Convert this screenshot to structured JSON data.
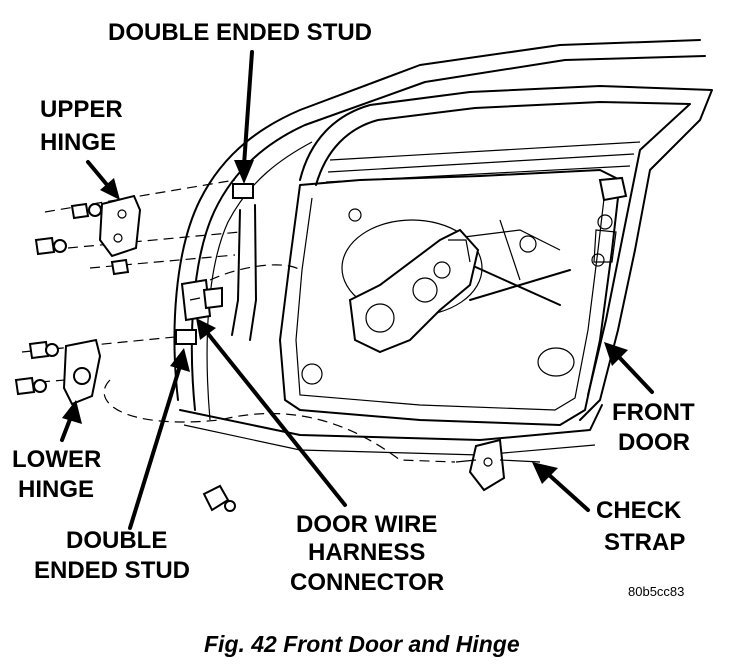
{
  "figure": {
    "caption": "Fig. 42 Front Door and Hinge",
    "code": "80b5cc83"
  },
  "labels": {
    "double_ended_stud_top": "DOUBLE ENDED STUD",
    "upper_hinge_1": "UPPER",
    "upper_hinge_2": "HINGE",
    "lower_hinge_1": "LOWER",
    "lower_hinge_2": "HINGE",
    "double_ended_stud_bottom_1": "DOUBLE",
    "double_ended_stud_bottom_2": "ENDED STUD",
    "door_wire_1": "DOOR WIRE",
    "door_wire_2": "HARNESS",
    "door_wire_3": "CONNECTOR",
    "front_door_1": "FRONT",
    "front_door_2": "DOOR",
    "check_strap_1": "CHECK",
    "check_strap_2": "STRAP"
  }
}
